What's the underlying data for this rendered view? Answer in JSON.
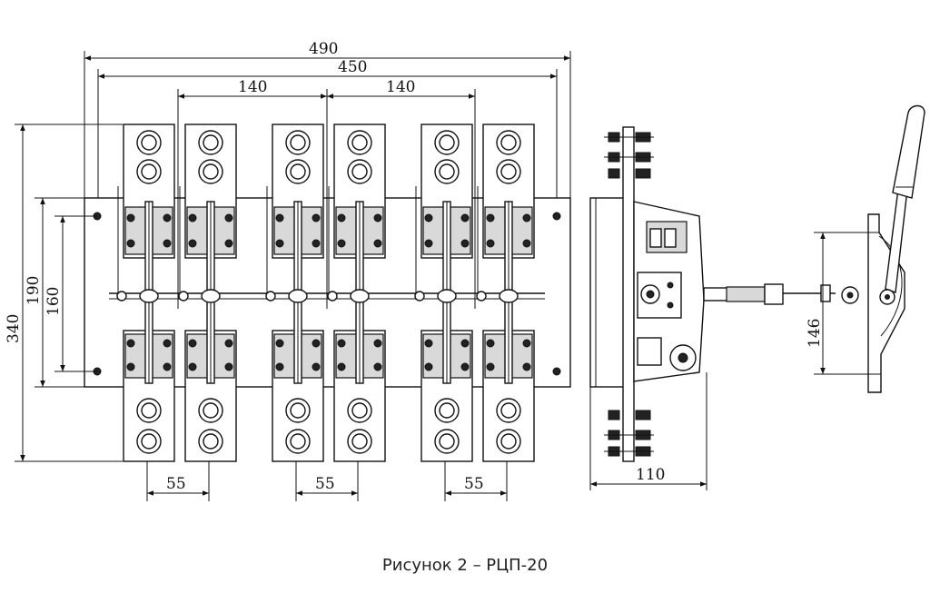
{
  "dimensions": {
    "total_width": "490",
    "rail_width": "450",
    "pitch_left": "140",
    "pitch_right": "140",
    "height_total": "340",
    "height_mount": "190",
    "height_holes": "160",
    "pole_gap_1": "55",
    "pole_gap_2": "55",
    "pole_gap_3": "55",
    "side_depth": "110",
    "handle_height": "146"
  },
  "caption": "Рисунок 2 – РЦП-20"
}
